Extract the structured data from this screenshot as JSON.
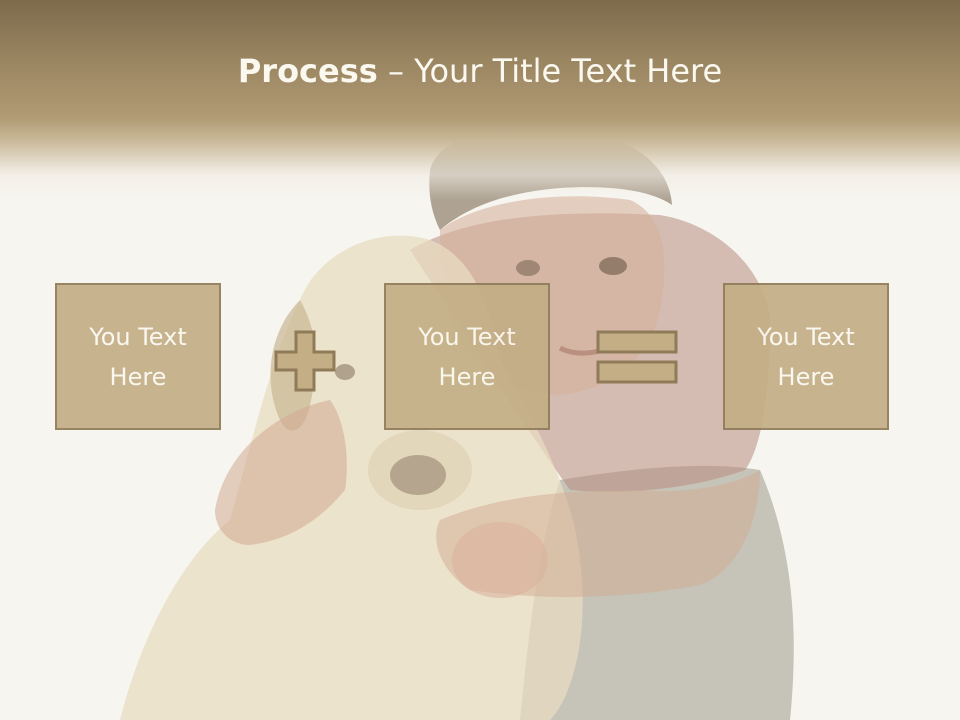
{
  "slide": {
    "title_bold": "Process",
    "title_rest": " – Your Title Text Here",
    "boxes": [
      {
        "text": "You Text Here"
      },
      {
        "text": "You Text Here"
      },
      {
        "text": "You Text Here"
      }
    ],
    "operators": [
      "plus-icon",
      "equals-icon"
    ]
  },
  "colors": {
    "header": "#9a8561",
    "box_fill": "#c3ae86",
    "box_border": "#8f7b58",
    "text_light": "#fbf8f0"
  }
}
